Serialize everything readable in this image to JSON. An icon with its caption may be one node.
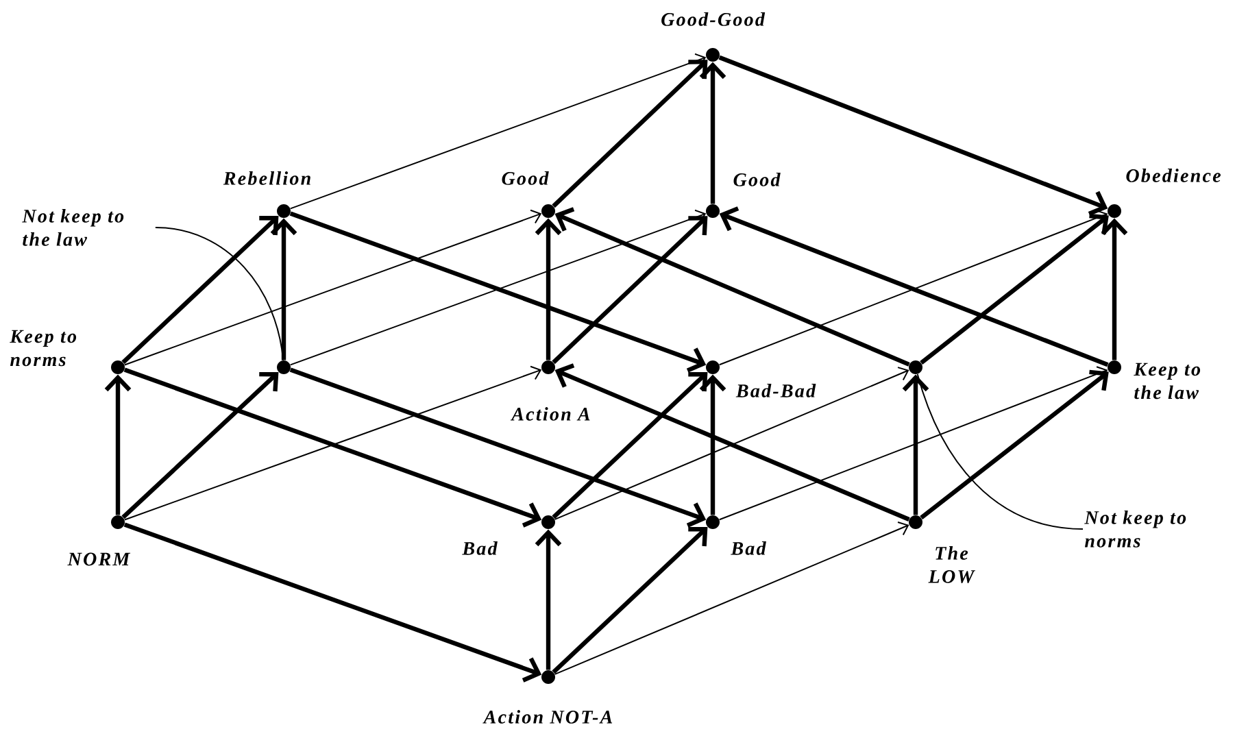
{
  "diagram": {
    "nodes": [
      {
        "text": [
          "Good-Good"
        ]
      },
      {
        "text": [
          "Rebellion"
        ]
      },
      {
        "text": [
          "Good"
        ]
      },
      {
        "text": [
          "Good"
        ]
      },
      {
        "text": [
          "Obedience"
        ]
      },
      {
        "text": [
          "Not keep to the law"
        ]
      },
      {
        "text": [
          "Keep to norms"
        ]
      },
      {
        "text": [],
        "shape": "circle"
      },
      {
        "text": [
          "Action A"
        ]
      },
      {
        "text": [
          "Bad-Bad"
        ]
      },
      {
        "text": [],
        "shape": "circle"
      },
      {
        "text": [
          "Keep to the law"
        ]
      },
      {
        "text": [
          "NORM"
        ]
      },
      {
        "text": [
          "Bad"
        ]
      },
      {
        "text": [
          "Bad"
        ]
      },
      {
        "text": [
          "The LOW"
        ]
      },
      {
        "text": [
          "Not keep to norms"
        ]
      },
      {
        "text": [
          "Action NOT-A"
        ]
      }
    ],
    "edges": [
      {
        "from": 12,
        "to": 6,
        "arrow": "to"
      },
      {
        "from": 12,
        "to": 7,
        "arrow": "to"
      },
      {
        "from": 12,
        "to": 17,
        "arrow": "to"
      },
      {
        "from": 6,
        "to": 1,
        "arrow": "to"
      },
      {
        "from": 6,
        "to": 13,
        "arrow": "to"
      },
      {
        "from": 7,
        "to": 1,
        "arrow": "to"
      },
      {
        "from": 7,
        "to": 14,
        "arrow": "to"
      },
      {
        "from": 1,
        "to": 9,
        "arrow": "to"
      },
      {
        "from": 8,
        "to": 2,
        "arrow": "to"
      },
      {
        "from": 8,
        "to": 3,
        "arrow": "to"
      },
      {
        "from": 2,
        "to": 0,
        "arrow": "to"
      },
      {
        "from": 3,
        "to": 0,
        "arrow": "to"
      },
      {
        "from": 0,
        "to": 4,
        "arrow": "to"
      },
      {
        "from": 11,
        "to": 4,
        "arrow": "to"
      },
      {
        "from": 10,
        "to": 4,
        "arrow": "to"
      },
      {
        "from": 11,
        "to": 3,
        "arrow": "to"
      },
      {
        "from": 10,
        "to": 2,
        "arrow": "to"
      },
      {
        "from": 15,
        "to": 10,
        "arrow": "to"
      },
      {
        "from": 15,
        "to": 11,
        "arrow": "to"
      },
      {
        "from": 15,
        "to": 8,
        "arrow": "to"
      },
      {
        "from": 13,
        "to": 9,
        "arrow": "to"
      },
      {
        "from": 14,
        "to": 9,
        "arrow": "to"
      },
      {
        "from": 17,
        "to": 13,
        "arrow": "to"
      },
      {
        "from": 17,
        "to": 14,
        "arrow": "to"
      },
      {
        "from": 12,
        "to": 8,
        "arrow": "to"
      },
      {
        "from": 6,
        "to": 2,
        "arrow": "to"
      },
      {
        "from": 7,
        "to": 3,
        "arrow": "to"
      },
      {
        "from": 1,
        "to": 0,
        "arrow": "to"
      },
      {
        "from": 9,
        "to": 4,
        "arrow": "to"
      },
      {
        "from": 13,
        "to": 10,
        "arrow": "to"
      },
      {
        "from": 14,
        "to": 11,
        "arrow": "to"
      },
      {
        "from": 17,
        "to": 15,
        "arrow": "to"
      },
      {
        "from": 5,
        "to": 7,
        "arrow": "none"
      },
      {
        "from": 16,
        "to": 10,
        "arrow": "none"
      }
    ]
  }
}
